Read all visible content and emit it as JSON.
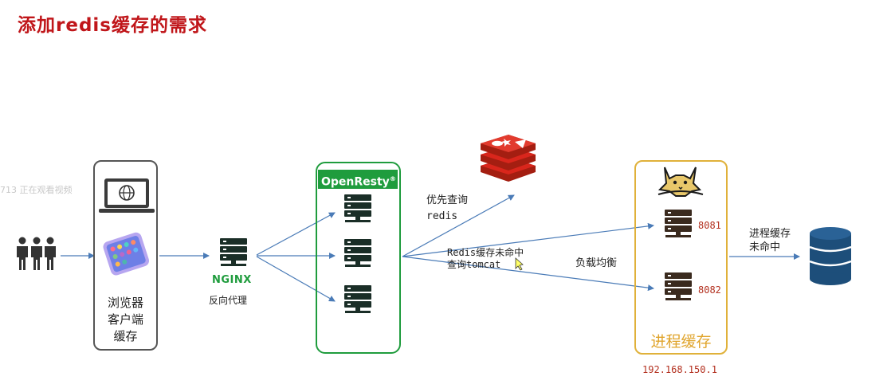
{
  "title": "添加redis缓存的需求",
  "viewer_notice": "713 正在观看视频",
  "client": {
    "lines": [
      "浏览器",
      "客户端",
      "缓存"
    ]
  },
  "nginx": {
    "logo": "NGINX",
    "label": "反向代理"
  },
  "openresty": {
    "name": "OpenResty",
    "mark": "®"
  },
  "redis_query": {
    "lines": [
      "优先查询",
      "redis"
    ]
  },
  "redis_miss": {
    "lines": [
      "Redis缓存未命中",
      "查询tomcat"
    ]
  },
  "load_balance": "负载均衡",
  "process_cache": {
    "label": "进程缓存",
    "ports": [
      "8081",
      "8082"
    ],
    "ip": "192.168.150.1"
  },
  "db_miss": {
    "lines": [
      "进程缓存",
      "未命中"
    ]
  },
  "colors": {
    "title": "#c0161a",
    "nginx_green": "#1f9c3d",
    "process_gold": "#e0b13a",
    "port_red": "#b3301f",
    "arrow_blue": "#4a7bb7",
    "db_blue": "#1d4e7a",
    "redis_red": "#d9261c"
  },
  "icons": [
    "users-icon",
    "laptop-icon",
    "phone-icon",
    "server-icon",
    "redis-icon",
    "tomcat-icon",
    "database-icon"
  ]
}
